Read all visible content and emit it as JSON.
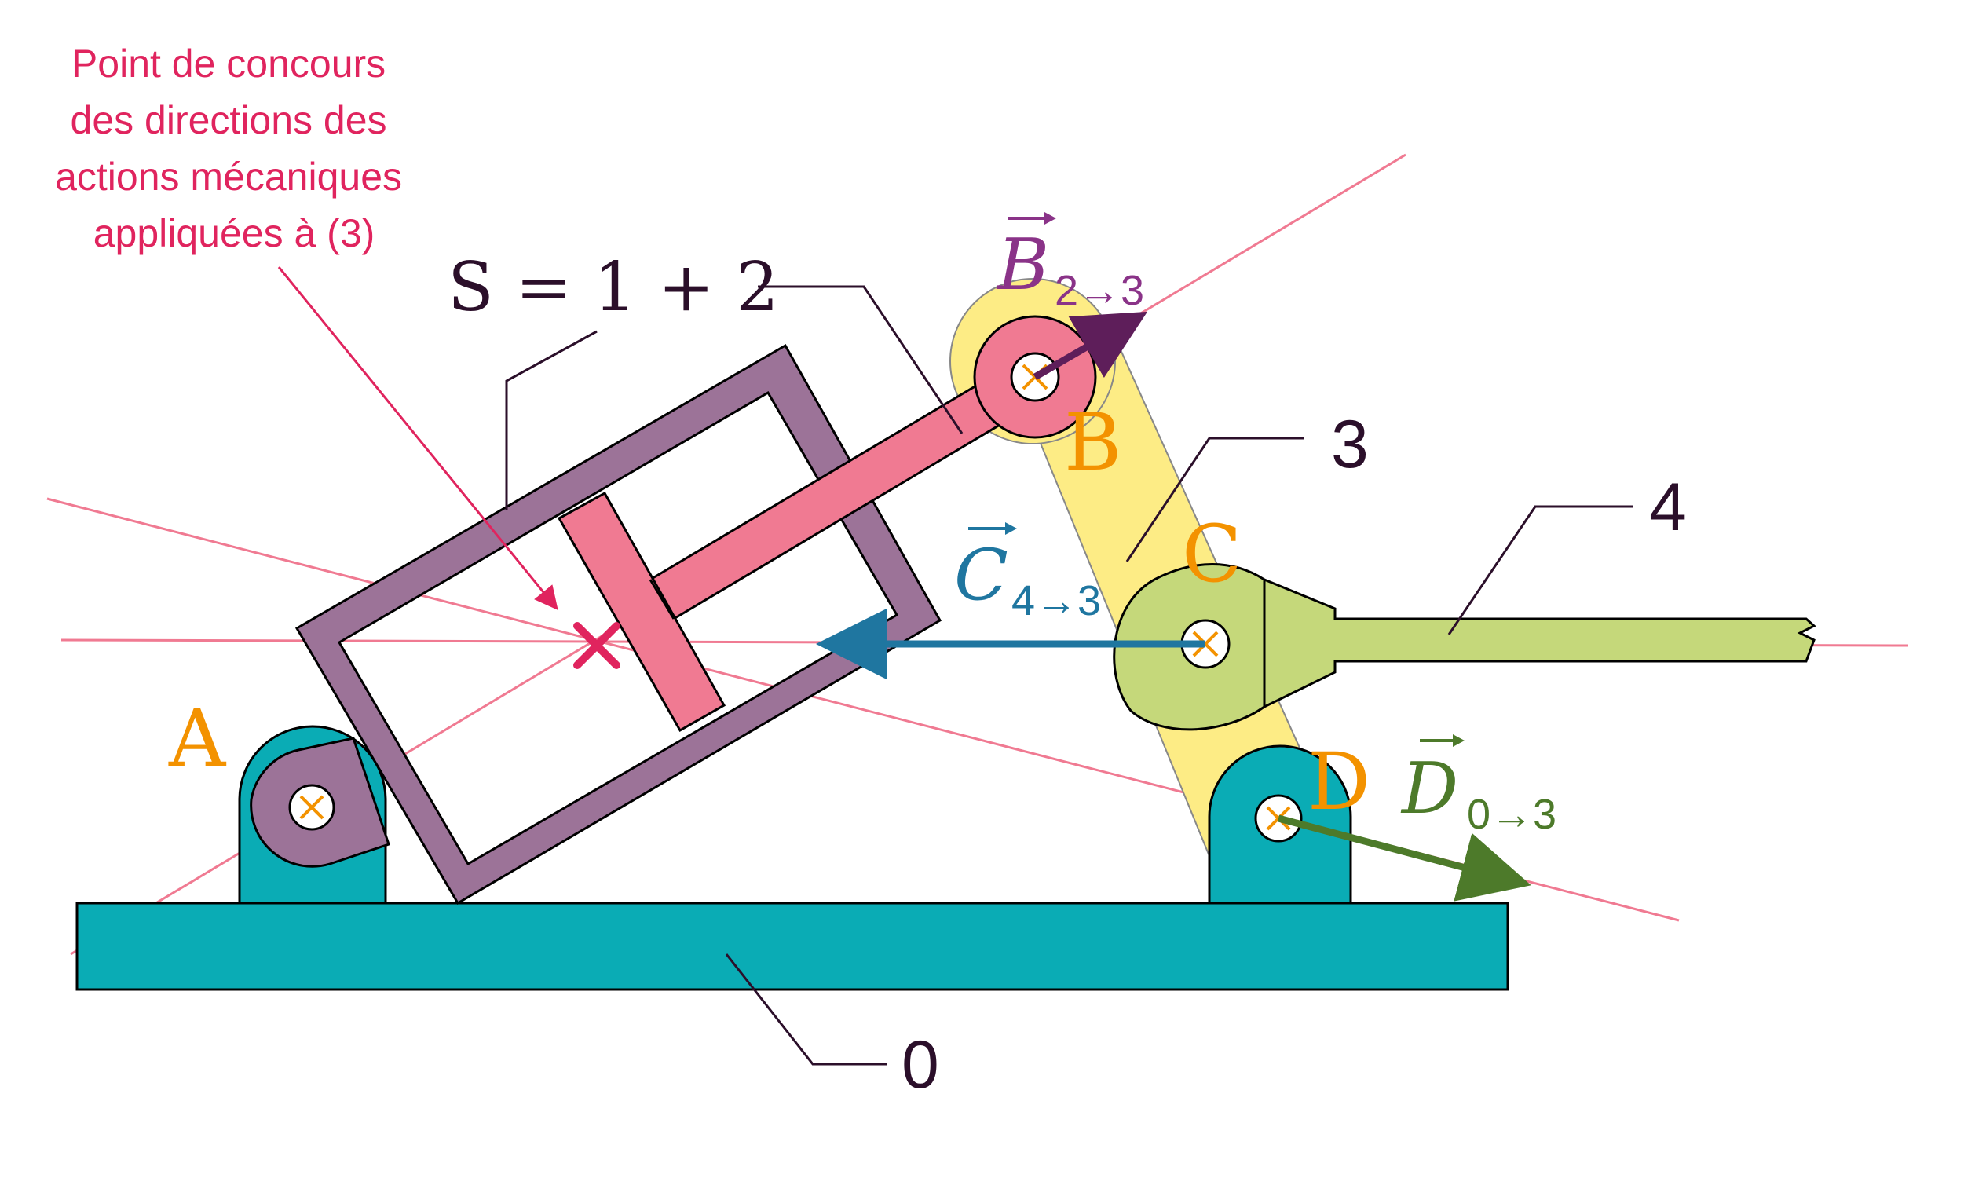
{
  "annotation": {
    "lines": [
      "Point de concours",
      "des directions des",
      "actions mécaniques",
      "appliquées à (3)"
    ]
  },
  "labels": {
    "system": "S = 1 + 2",
    "part0": "0",
    "part3": "3",
    "part4": "4",
    "pointA": "A",
    "pointB": "B",
    "pointC": "C",
    "pointD": "D"
  },
  "forces": {
    "B": {
      "letter": "B",
      "sub": "2→3"
    },
    "C": {
      "letter": "C",
      "sub": "4→3"
    },
    "D": {
      "letter": "D",
      "sub": "0→3"
    }
  },
  "colors": {
    "annotation": "#e0245e",
    "purple_force": "#8a3388",
    "dark_purple": "#5e1e5a",
    "blue_force": "#1f76a0",
    "green_force": "#4d7a2a",
    "orange": "#f39200",
    "teal": "#0aacb5",
    "cylinder": "#9c7398",
    "piston": "#f07a92",
    "link3": "#fdec85",
    "part4": "#c5d87a",
    "leader": "#2b0f2a"
  }
}
